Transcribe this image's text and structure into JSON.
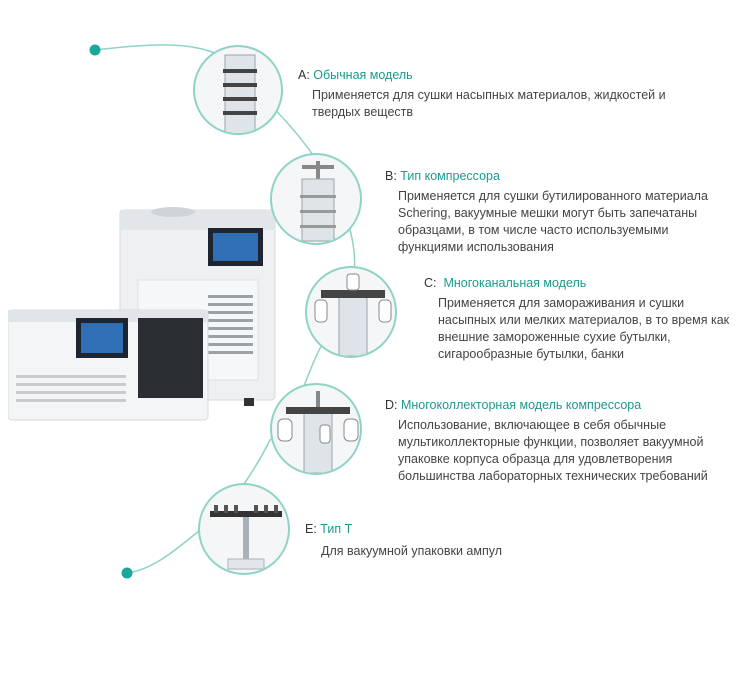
{
  "items": [
    {
      "letter": "A:",
      "title": "Обычная модель",
      "desc": "Применяется для сушки насыпных материалов, жидкостей и твердых веществ"
    },
    {
      "letter": "B:",
      "title": "Тип компрессора",
      "desc": "Применяется для сушки бутилированного материала Schering, вакуумные мешки могут быть запечатаны образцами, в том числе часто используемыми функциями использования"
    },
    {
      "letter": "C:",
      "title": "Многоканальная модель",
      "desc": "Применяется для замораживания и сушки насыпных или мелких материалов, в то время как внешние замороженные сухие бутылки, сигарообразные бутылки, банки"
    },
    {
      "letter": "D:",
      "title": "Многоколлекторная модель компрессора",
      "desc": "Использование, включающее в себя обычные мультиколлекторные функции, позволяет вакуумной упаковке корпуса образца для удовлетворения большинства лабораторных технических требований"
    },
    {
      "letter": "E:",
      "title": "Тип Т",
      "desc": "Для вакуумной упаковки ампул"
    }
  ],
  "colors": {
    "accent": "#1a9a8f",
    "ring": "#8fd3c6",
    "dot": "#1aa89a"
  }
}
